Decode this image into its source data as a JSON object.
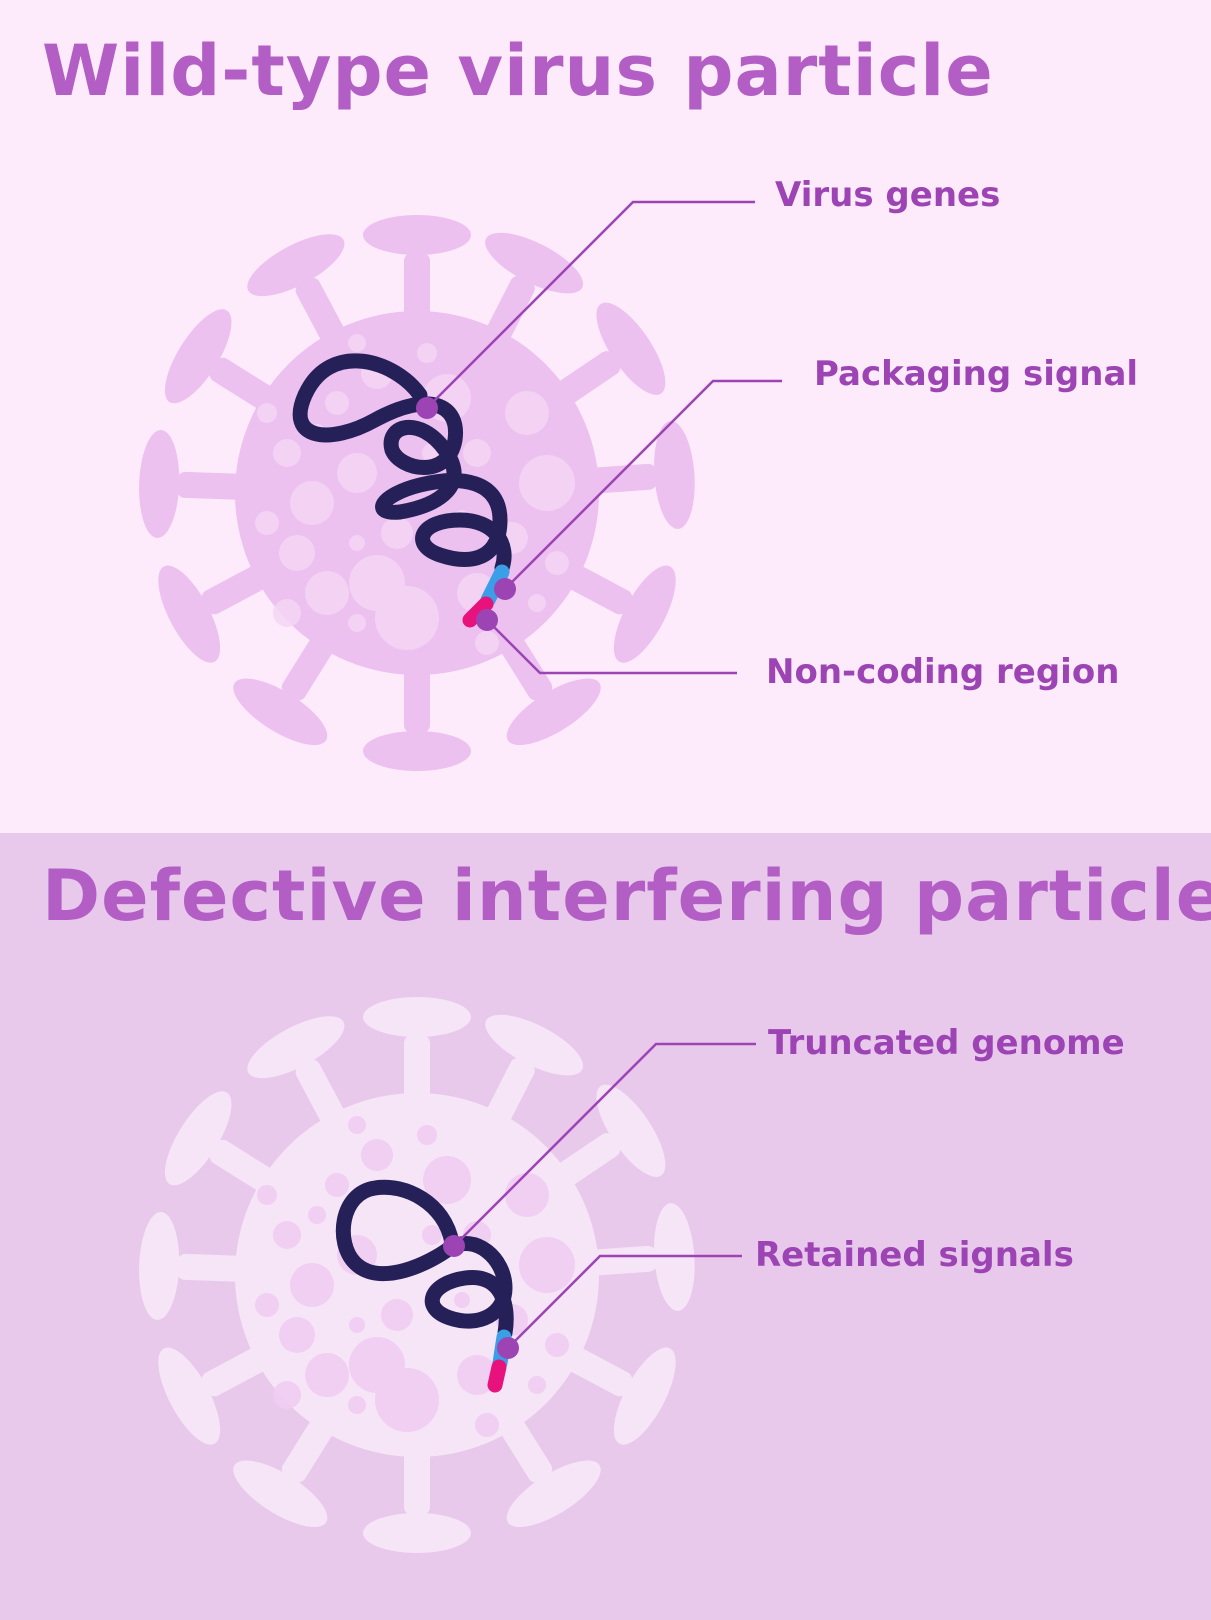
{
  "wild_type": {
    "title": "Wild-type virus particle",
    "labels": {
      "virus_genes": "Virus genes",
      "packaging_signal": "Packaging signal",
      "non_coding_region": "Non-coding region"
    }
  },
  "defective": {
    "title": "Defective interfering particle",
    "labels": {
      "truncated_genome": "Truncated genome",
      "retained_signals": "Retained signals"
    }
  },
  "colors": {
    "background_top": "#fdebfb",
    "background_bottom": "#e8c9ec",
    "title": "#b35ec5",
    "label": "#9d44b5",
    "virus_body_top": "#ecc0ef",
    "virus_body_bottom": "#f6e5f6",
    "genome": "#252158",
    "packaging_signal": "#3b9fe8",
    "non_coding_region": "#e8127c"
  }
}
